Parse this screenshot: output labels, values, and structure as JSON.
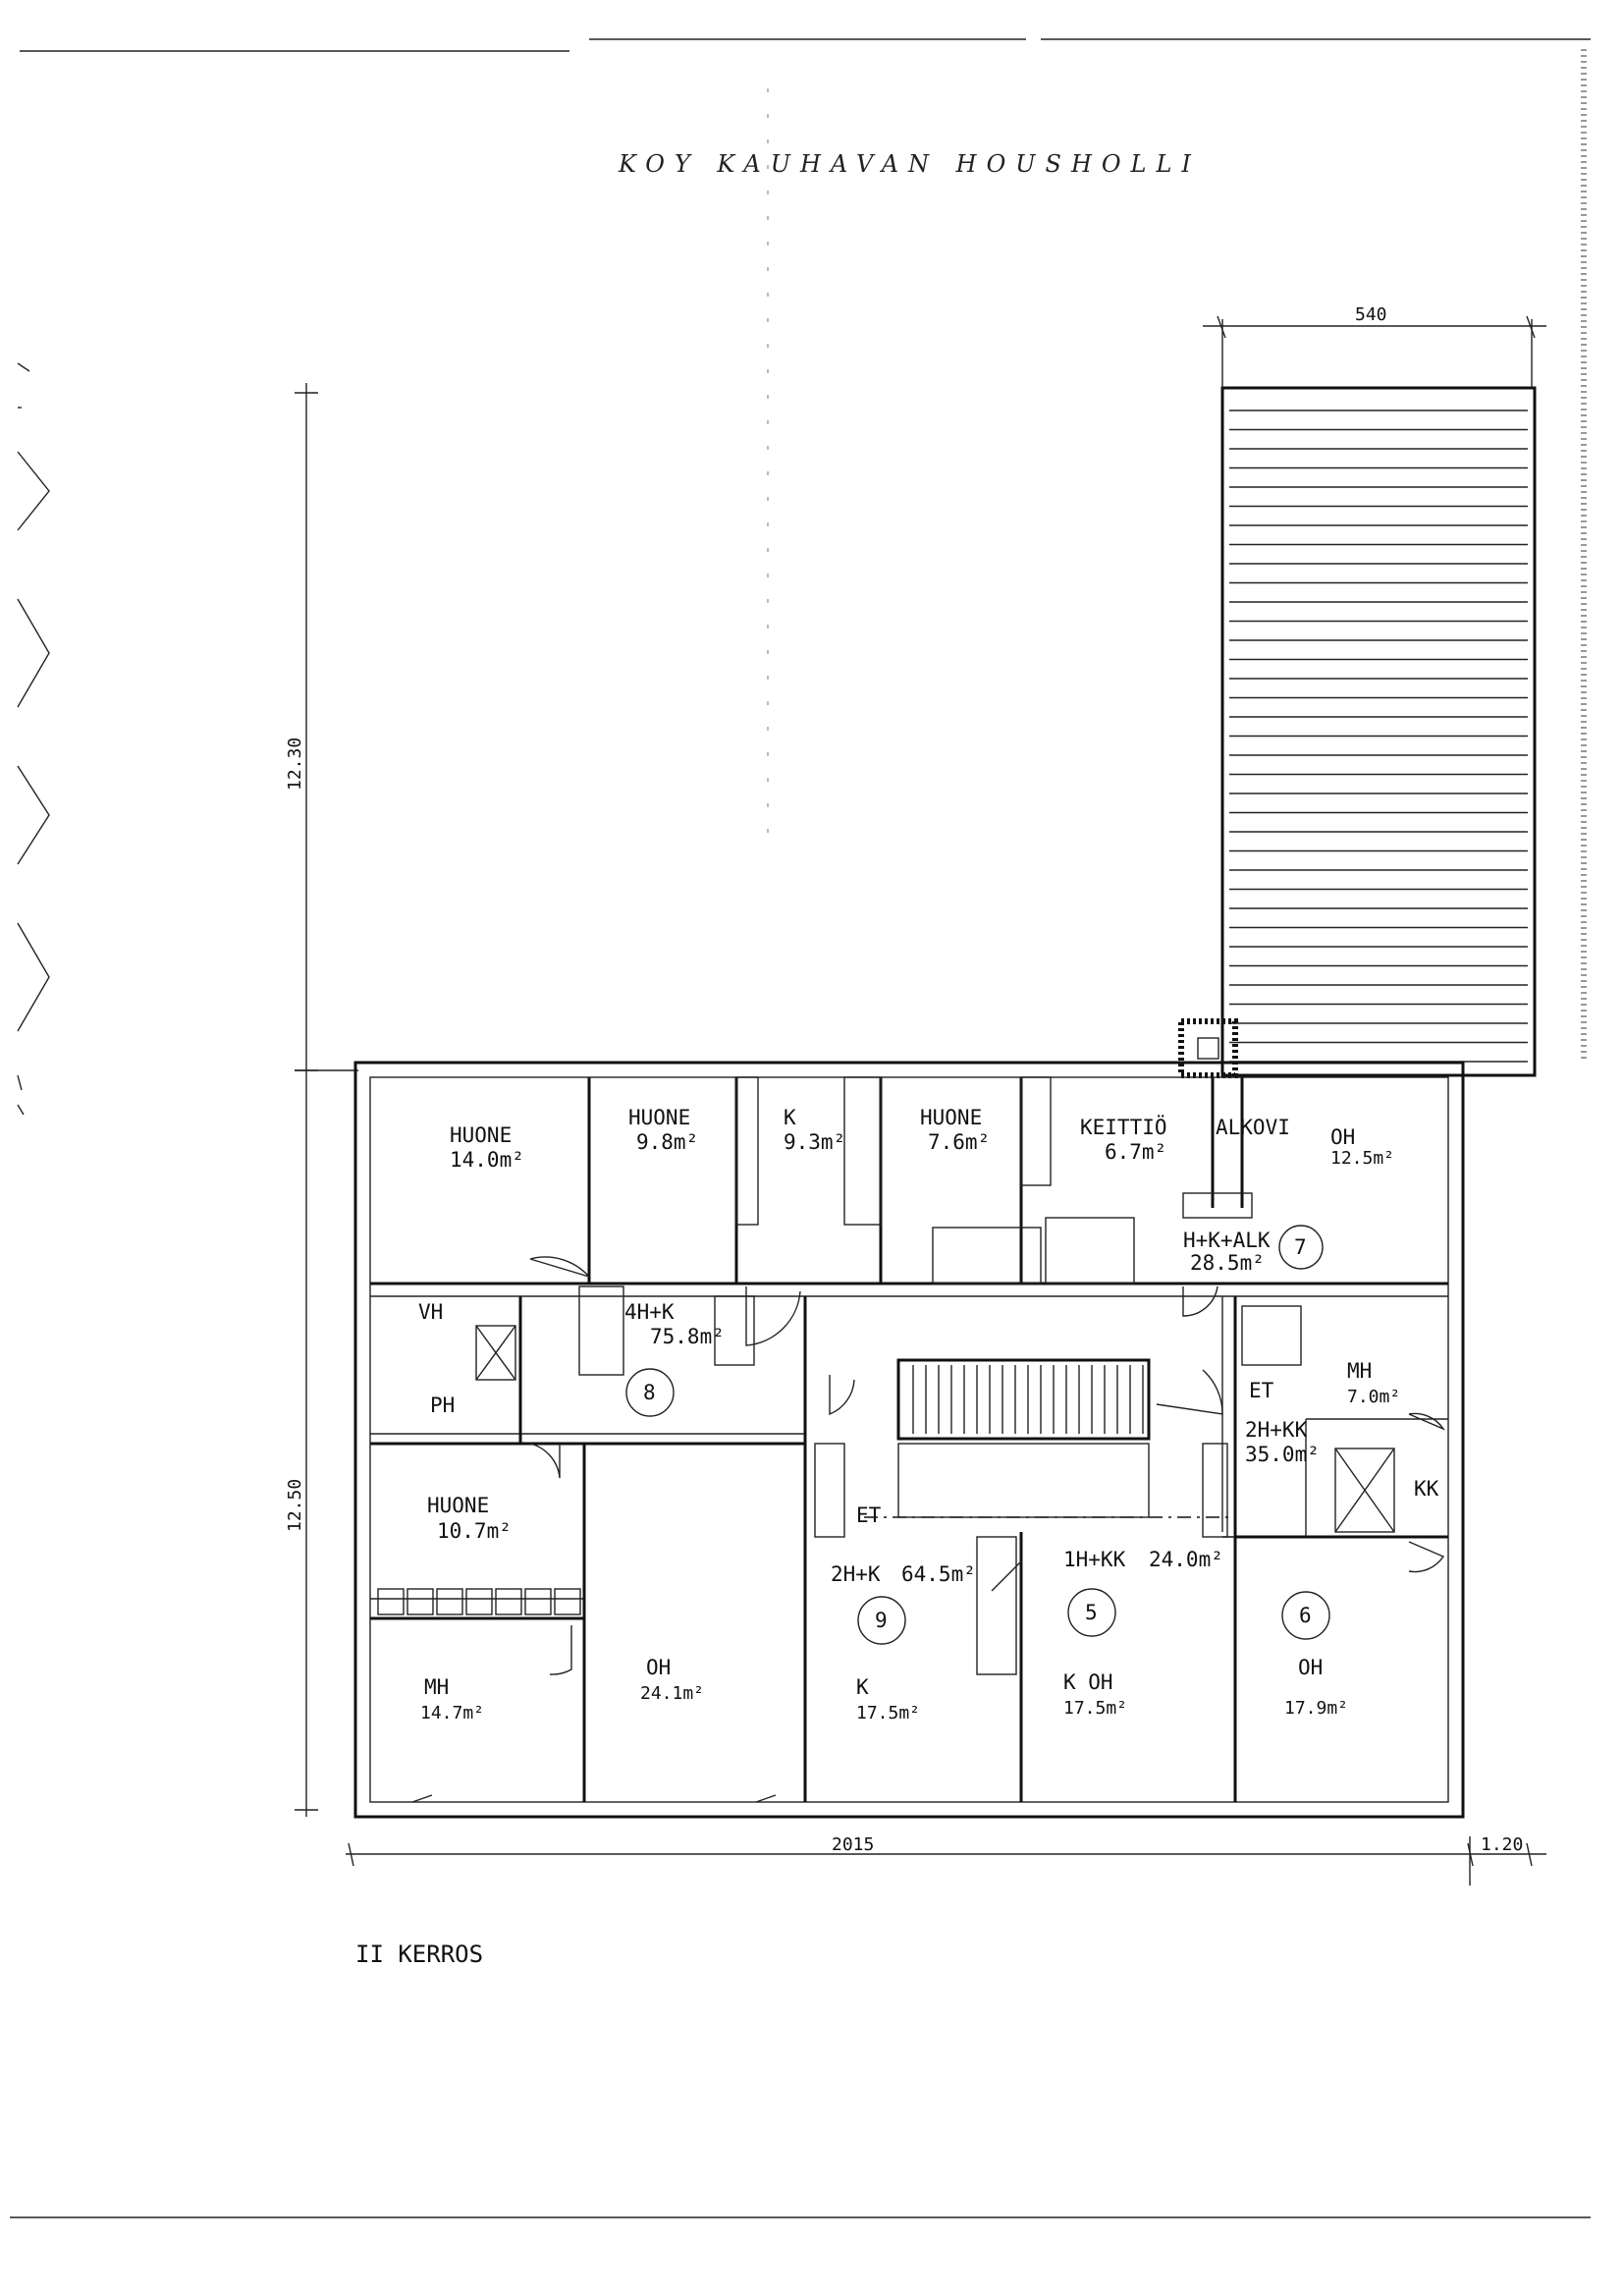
{
  "header": {
    "handwritten_title": "KOY KAUHAVAN HOUSHOLLI"
  },
  "dimensions": {
    "top_width": "540",
    "upper_height": "12.30",
    "lower_height": "12.50",
    "bottom_width": "2015",
    "bottom_extra": "1.20"
  },
  "floor_label": "II KERROS",
  "rooms": [
    {
      "name": "HUONE",
      "area": "14.0m²"
    },
    {
      "name": "HUONE",
      "area": "9.8m²"
    },
    {
      "name": "K",
      "area": "9.3m²"
    },
    {
      "name": "HUONE",
      "area": "7.6m²"
    },
    {
      "name": "KEITTIÖ",
      "area": "6.7m²"
    },
    {
      "name": "ALKOVI",
      "area": ""
    },
    {
      "name": "OH",
      "area": "12.5m²"
    },
    {
      "name": "VH",
      "area": ""
    },
    {
      "name": "PH",
      "area": ""
    },
    {
      "name": "MH",
      "area": "7.0m²"
    },
    {
      "name": "ET",
      "area": ""
    },
    {
      "name": "KK",
      "area": ""
    },
    {
      "name": "HUONE",
      "area": "10.7m²"
    },
    {
      "name": "ET",
      "area": ""
    },
    {
      "name": "MH",
      "area": "14.7m²"
    },
    {
      "name": "OH",
      "area": "24.1m²"
    },
    {
      "name": "K",
      "area": "17.5m²"
    },
    {
      "name": "K OH",
      "area": "17.5m²"
    },
    {
      "name": "OH",
      "area": "17.9m²"
    }
  ],
  "apartments": [
    {
      "number": "7",
      "type": "H+K+ALK",
      "area": "28.5m²"
    },
    {
      "number": "8",
      "type": "4H+K",
      "area": "75.8m²"
    },
    {
      "number": "9",
      "type": "2H+K",
      "area": "64.5m²"
    },
    {
      "number": "5",
      "type": "1H+KK",
      "area": "24.0m²"
    },
    {
      "number": "6",
      "type": "2H+KK",
      "area": "35.0m²"
    }
  ]
}
